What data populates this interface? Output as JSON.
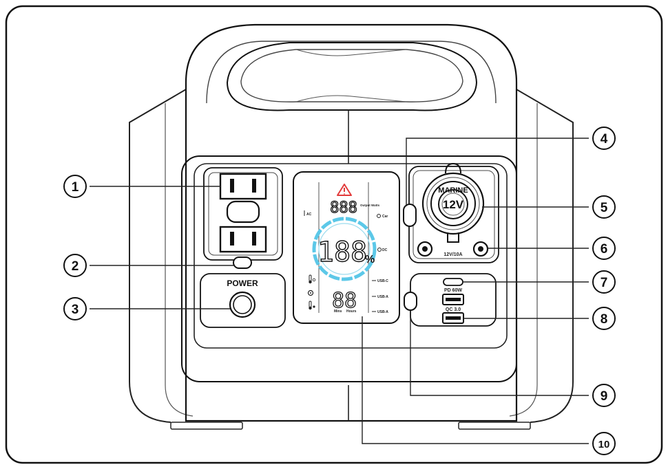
{
  "panel": {
    "power_label": "POWER",
    "lcd": {
      "output_digits": "888",
      "output_unit": "Output Watts",
      "percent_digits": "188",
      "percent_sign": "%",
      "time_digits": "88",
      "time_mins": "Mins",
      "time_hours": "Hours",
      "left_ac": "AC",
      "right_car": "Car",
      "right_dc": "DC",
      "right_usbc": "USB-C",
      "right_usba1": "USB-A",
      "right_usba2": "USB-A"
    },
    "car_port": {
      "brand": "MARINE",
      "voltage": "12V",
      "rating": "12V/10A"
    },
    "usb": {
      "pd_label": "PD 60W",
      "qc_label": "QC 3.0"
    }
  },
  "callouts": [
    "1",
    "2",
    "3",
    "4",
    "5",
    "6",
    "7",
    "8",
    "9",
    "10"
  ]
}
